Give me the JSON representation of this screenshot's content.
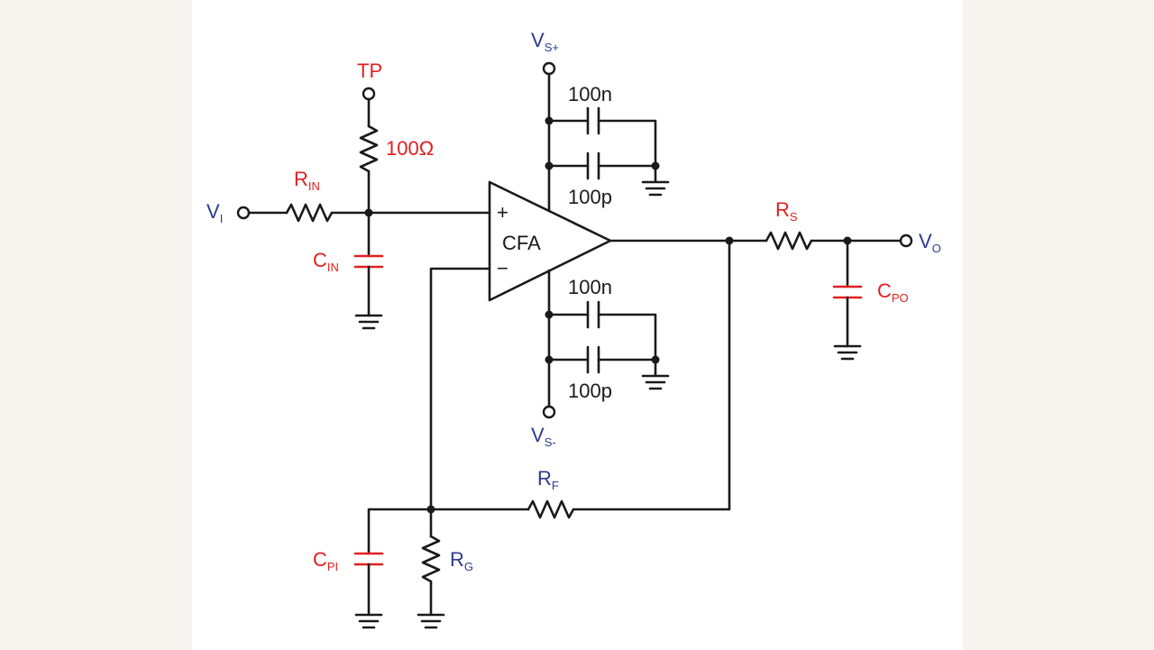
{
  "labels": {
    "tp": "TP",
    "r_series_test": "100Ω",
    "vi_main": "V",
    "vi_sub": "I",
    "rin_main": "R",
    "rin_sub": "IN",
    "cin_main": "C",
    "cin_sub": "IN",
    "vsp_main": "V",
    "vsp_sub": "S+",
    "vsm_main": "V",
    "vsm_sub": "S-",
    "cap_top_1": "100n",
    "cap_top_2": "100p",
    "cap_bot_1": "100n",
    "cap_bot_2": "100p",
    "amp_plus": "+",
    "amp_minus": "−",
    "amp_name": "CFA",
    "rs_main": "R",
    "rs_sub": "S",
    "vo_main": "V",
    "vo_sub": "O",
    "cpo_main": "C",
    "cpo_sub": "PO",
    "rf_main": "R",
    "rf_sub": "F",
    "rg_main": "R",
    "rg_sub": "G",
    "cpi_main": "C",
    "cpi_sub": "PI"
  },
  "colors": {
    "wire": "#1a1a1a",
    "red_label": "#e02020",
    "blue_label": "#2b3a8f",
    "background": "#f7f3ee",
    "panel": "#ffffff"
  }
}
